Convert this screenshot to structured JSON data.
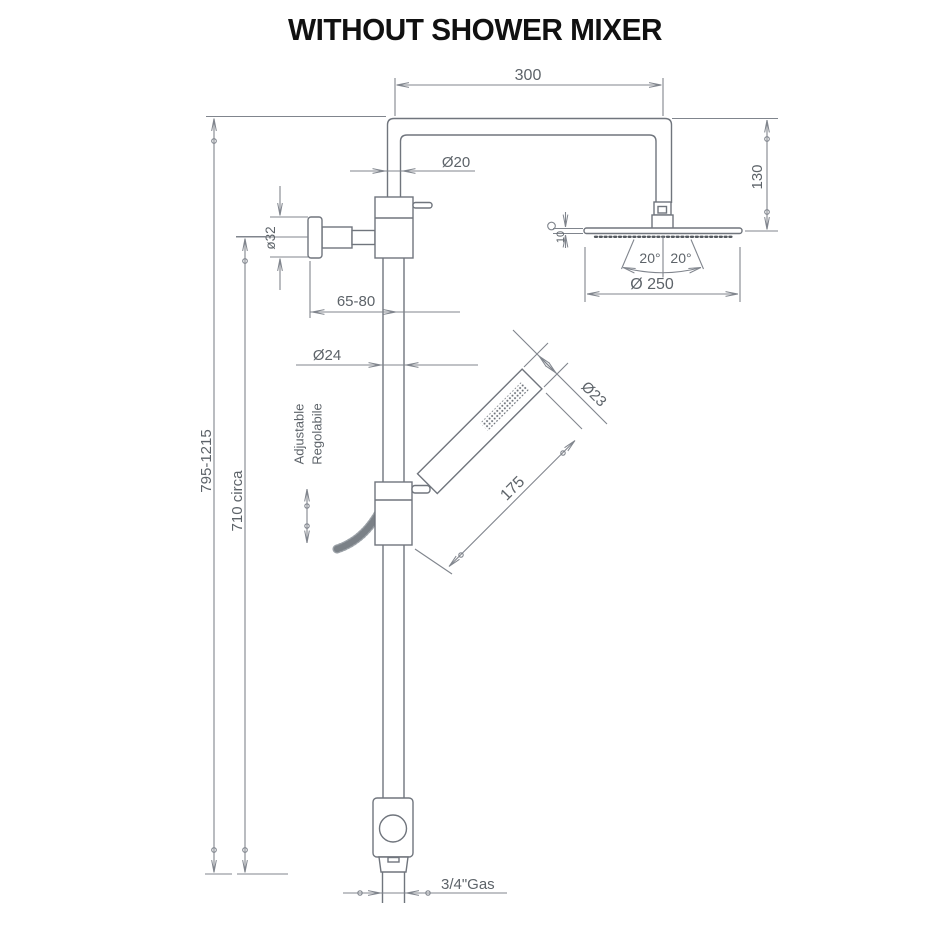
{
  "title": "WITHOUT SHOWER MIXER",
  "colors": {
    "background": "#ffffff",
    "line": "#70757d",
    "dimension_line": "#80858d",
    "dimension_text": "#5d6369",
    "title_text": "#111111"
  },
  "dimensions": {
    "arm_length": "300",
    "arm_pipe_diameter": "Ø20",
    "head_drop": "130",
    "head_thickness": "10",
    "spray_angle_left": "20°",
    "spray_angle_right": "20°",
    "head_diameter": "Ø 250",
    "knob_diameter": "ø32",
    "wall_clearance": "65-80",
    "rail_diameter": "Ø24",
    "handset_diameter": "Ø23",
    "handset_length": "175",
    "overall_height": "795-1215",
    "rail_height": "710 circa",
    "outlet_thread": "3/4\"Gas"
  },
  "labels": {
    "adjustable_en": "Adjustable",
    "adjustable_it": "Regolabile"
  }
}
